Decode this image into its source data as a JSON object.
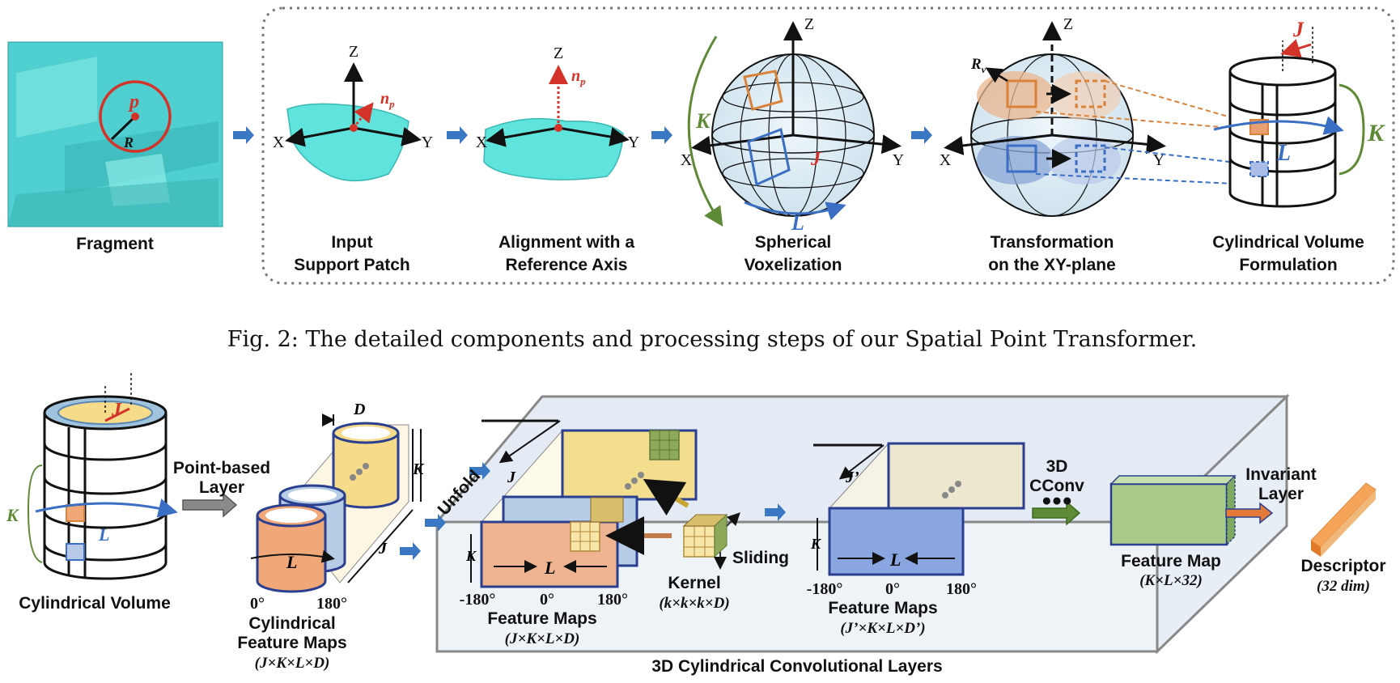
{
  "top": {
    "fragment": {
      "label": "Fragment",
      "p": "p",
      "R": "R"
    },
    "steps": [
      {
        "line1": "Input",
        "line2": "Support Patch"
      },
      {
        "line1": "Alignment with a",
        "line2": "Reference Axis"
      },
      {
        "line1": "Spherical",
        "line2": "Voxelization"
      },
      {
        "line1": "Transformation",
        "line2": "on the XY-plane"
      },
      {
        "line1": "Cylindrical Volume",
        "line2": "Formulation"
      }
    ],
    "axes": {
      "x": "X",
      "y": "Y",
      "z": "Z",
      "np": "n",
      "np_sub": "p",
      "rv": "R",
      "rv_sub": "v"
    },
    "sym": {
      "K": "K",
      "L": "L",
      "J": "J"
    }
  },
  "caption": "Fig. 2: The detailed components and processing steps of our Spatial Point Transformer.",
  "bottom": {
    "cyl_volume": "Cylindrical Volume",
    "point_based_1": "Point-based",
    "point_based_2": "Layer",
    "cyl_fm_1": "Cylindrical",
    "cyl_fm_2": "Feature Maps",
    "cyl_fm_dim": "(J×K×L×D)",
    "deg0": "0°",
    "deg180": "180°",
    "degm180": "-180°",
    "D": "D",
    "Jp": "J’",
    "unfold": "Unfold",
    "fm": "Feature Maps",
    "fm_dim": "(J×K×L×D)",
    "kernel": "Kernel",
    "kernel_dim": "(k×k×k×D)",
    "sliding": "Sliding",
    "fm2": "Feature Maps",
    "fm2_dim": "(J’×K×L×D’)",
    "cconv_1": "3D",
    "cconv_2": "CConv",
    "dots": "●●●",
    "fm3": "Feature Map",
    "fm3_dim": "(K×L×32)",
    "inv_1": "Invariant",
    "inv_2": "Layer",
    "descriptor": "Descriptor",
    "descriptor_dim": "(32 dim)",
    "block": "3D Cylindrical Convolutional Layers"
  },
  "colors": {
    "arrow": "#3b78c4",
    "red": "#d4332a",
    "green": "#5e8a36",
    "blue": "#3a6fc4",
    "cyan": "#5ed9d4",
    "orange": "#f0a878",
    "yellow": "#f6dc8a",
    "lightblue": "#b7cde6",
    "navy": "#2a3f8f"
  }
}
